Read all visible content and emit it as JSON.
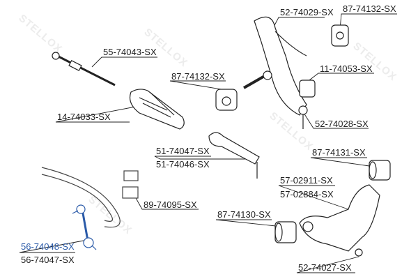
{
  "watermark": "STELLOX",
  "colors": {
    "selected": "#2a5aa8",
    "text": "#222222"
  },
  "parts": [
    {
      "id": "52-74029-SX",
      "label": "52-74029-SX"
    },
    {
      "id": "87-74132-SX-a",
      "label": "87-74132-SX"
    },
    {
      "id": "55-74043-SX",
      "label": "55-74043-SX"
    },
    {
      "id": "87-74132-SX-b",
      "label": "87-74132-SX"
    },
    {
      "id": "11-74053-SX",
      "label": "11-74053-SX"
    },
    {
      "id": "14-74033-SX",
      "label": "14-74033-SX"
    },
    {
      "id": "52-74028-SX",
      "label": "52-74028-SX"
    },
    {
      "id": "51-74047-SX",
      "label": "51-74047-SX"
    },
    {
      "id": "51-74046-SX",
      "label": "51-74046-SX"
    },
    {
      "id": "87-74131-SX",
      "label": "87-74131-SX"
    },
    {
      "id": "57-02911-SX",
      "label": "57-02911-SX"
    },
    {
      "id": "57-02884-SX",
      "label": "57-02884-SX"
    },
    {
      "id": "89-74095-SX",
      "label": "89-74095-SX"
    },
    {
      "id": "87-74130-SX",
      "label": "87-74130-SX"
    },
    {
      "id": "56-74048-SX",
      "label": "56-74048-SX",
      "selected": true
    },
    {
      "id": "56-74047-SX",
      "label": "56-74047-SX"
    },
    {
      "id": "52-74027-SX",
      "label": "52-74027-SX"
    }
  ]
}
